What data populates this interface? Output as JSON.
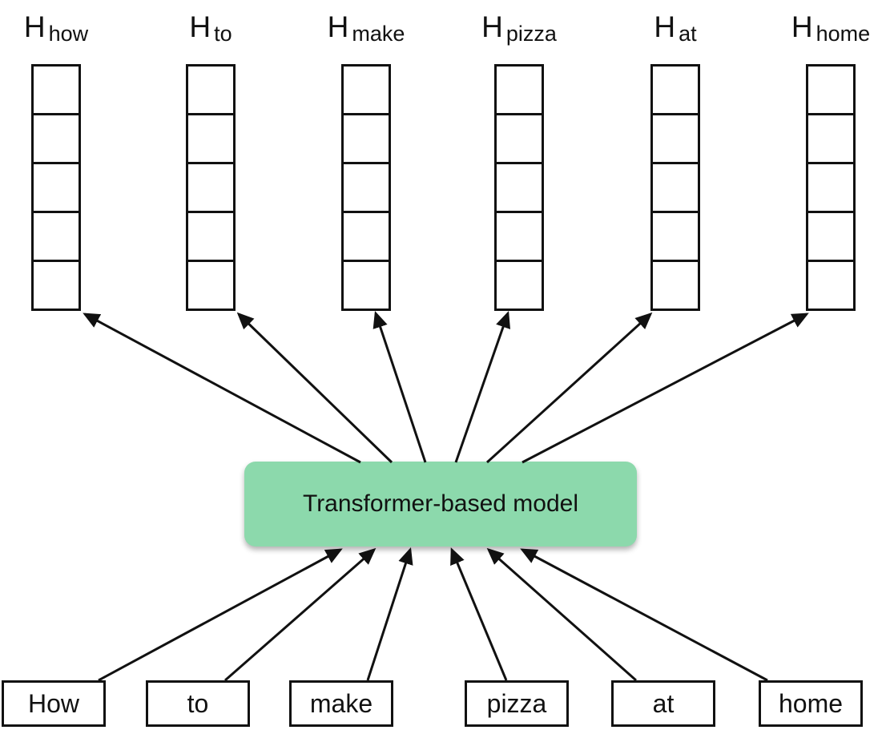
{
  "diagram": {
    "model": {
      "label": "Transformer-based model",
      "fill_color": "#8CD9AC"
    },
    "tokens": [
      "How",
      "to",
      "make",
      "pizza",
      "at",
      "home"
    ],
    "hidden_states": [
      {
        "base": "H",
        "subscript": "how",
        "cells": 5
      },
      {
        "base": "H",
        "subscript": "to",
        "cells": 5
      },
      {
        "base": "H",
        "subscript": "make",
        "cells": 5
      },
      {
        "base": "H",
        "subscript": "pizza",
        "cells": 5
      },
      {
        "base": "H",
        "subscript": "at",
        "cells": 5
      },
      {
        "base": "H",
        "subscript": "home",
        "cells": 5
      }
    ],
    "line_color": "#111111",
    "background_color": "#FFFFFF"
  }
}
